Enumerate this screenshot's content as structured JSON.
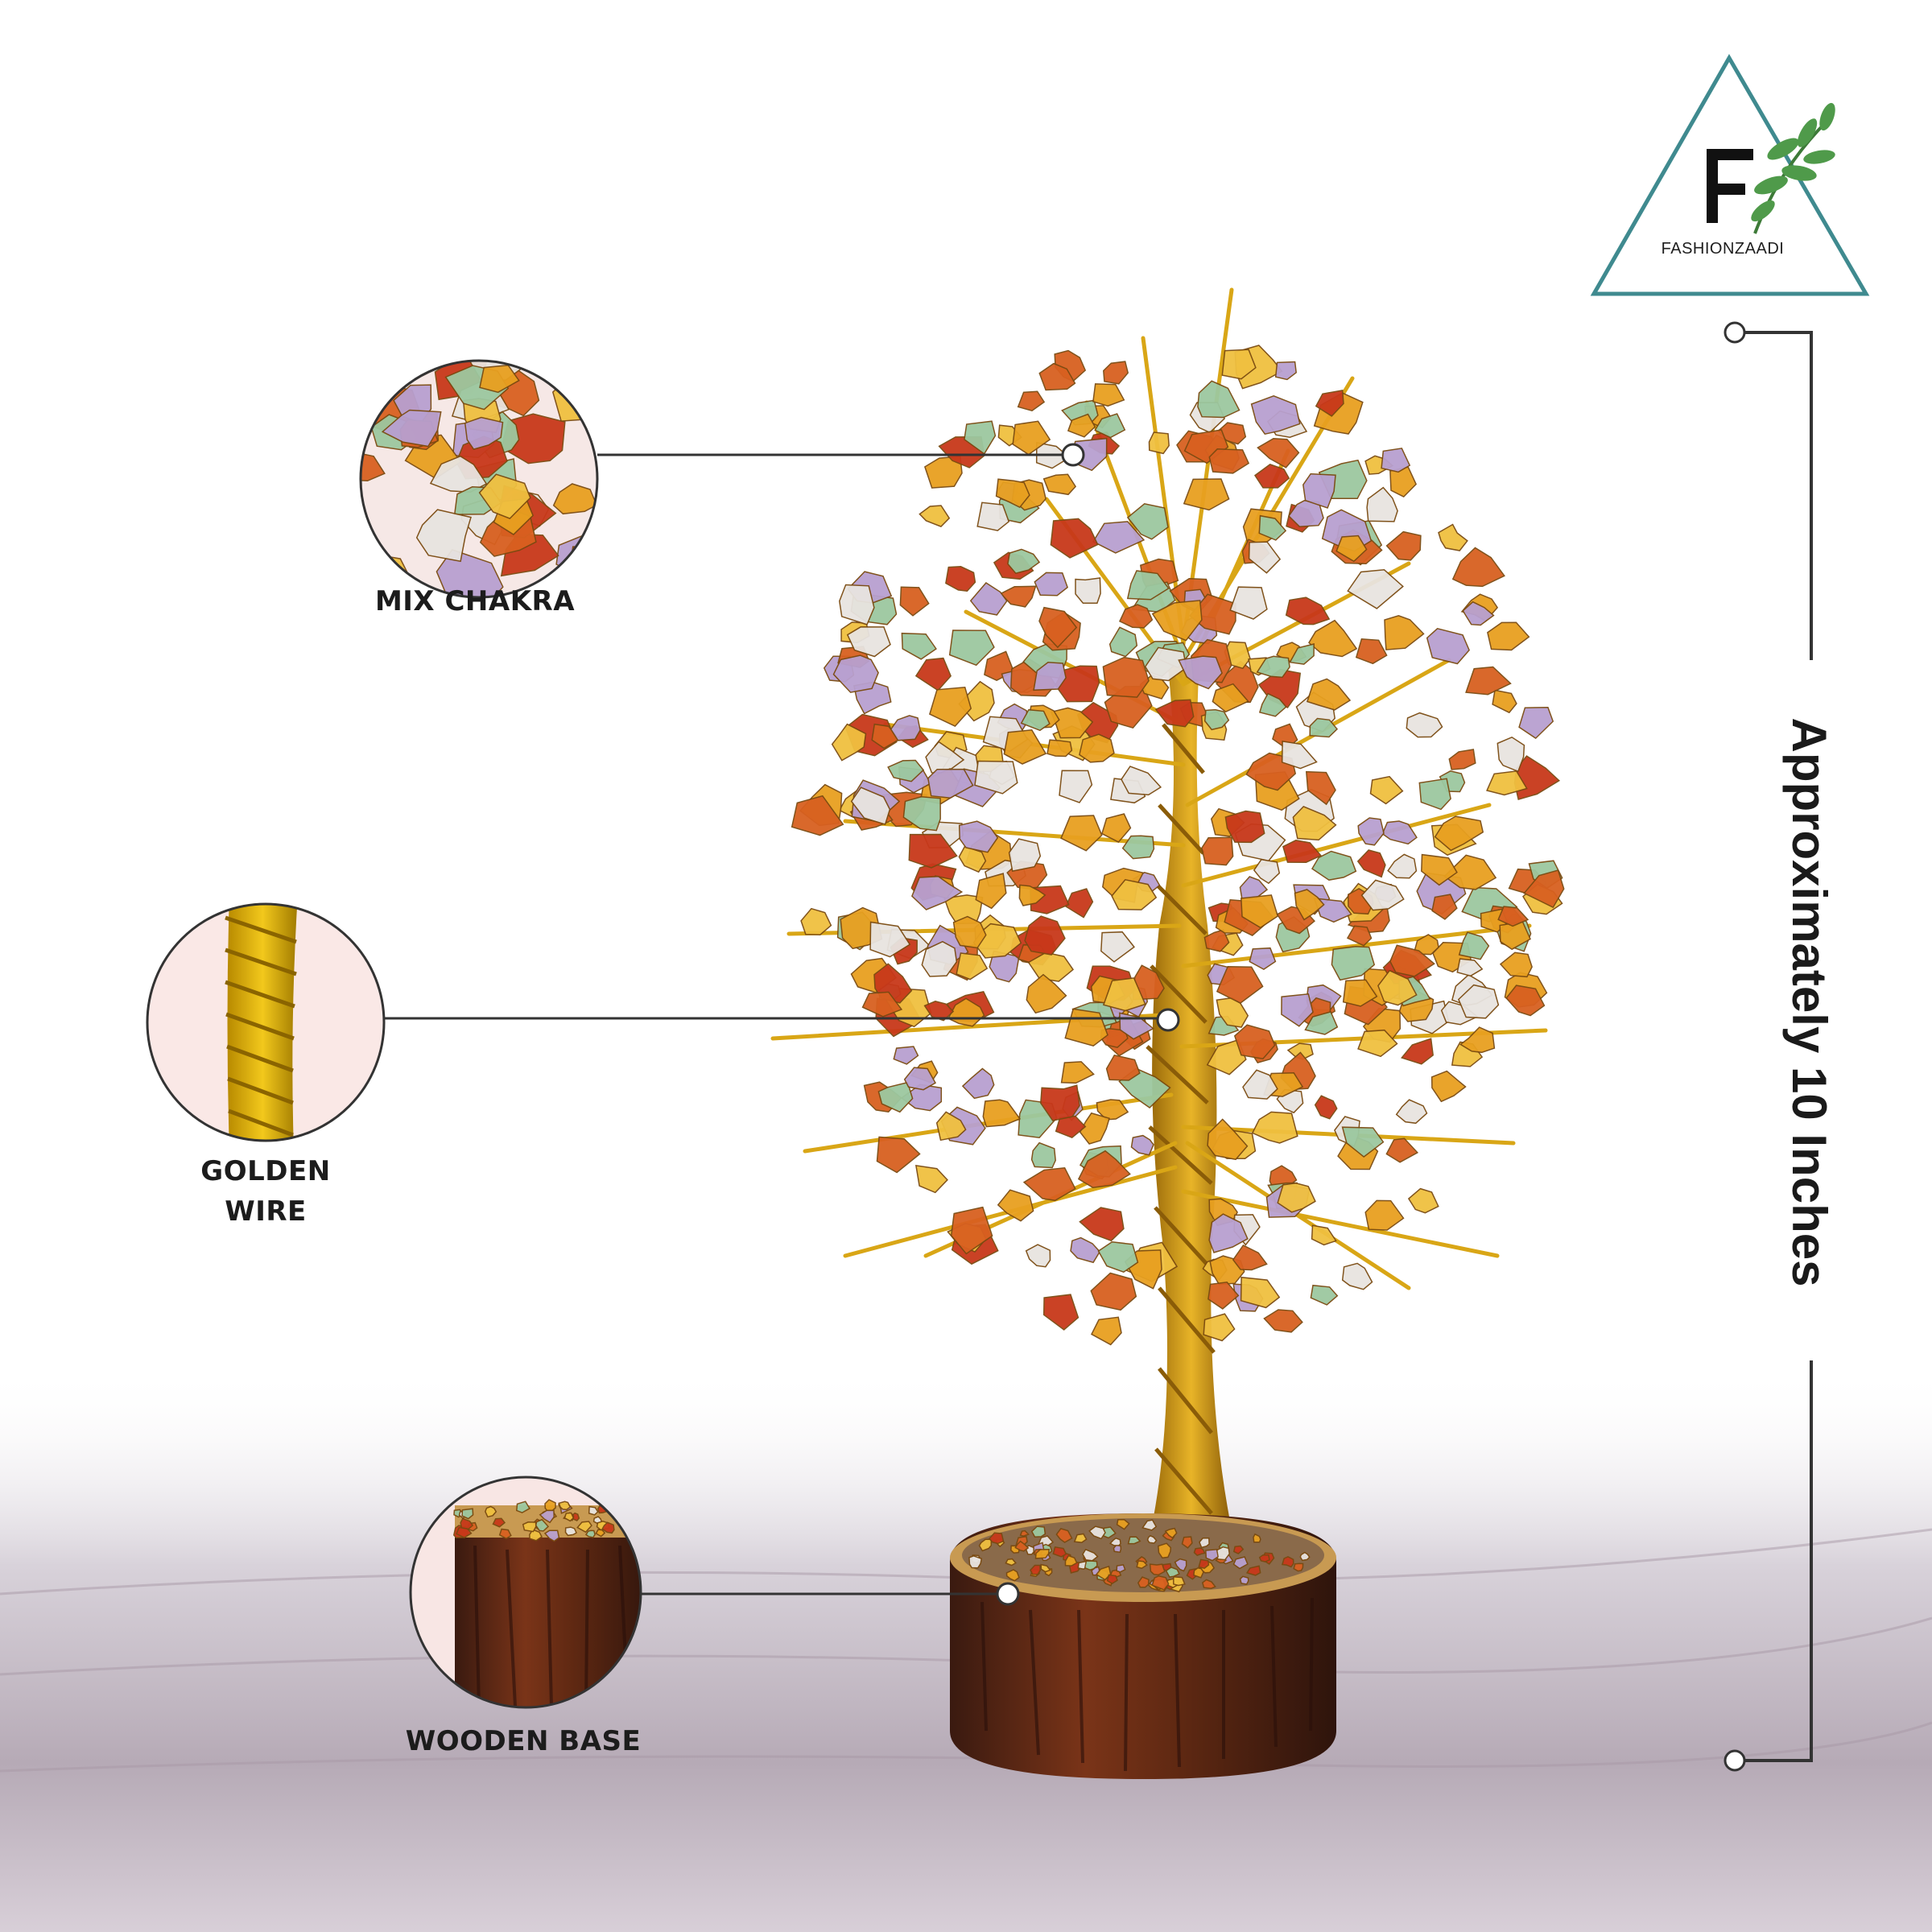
{
  "brand": {
    "name": "FASHIONZAADI",
    "monogram": "F",
    "frame_color": "#3f8a8f",
    "leaf_color": "#4f9a4a"
  },
  "product": {
    "description": "Crystal gemstone tree with twisted golden wire branches on a round wooden base",
    "stone_colors": [
      "#e8a020",
      "#c8381a",
      "#f0c040",
      "#b8a0d0",
      "#9cc8a0",
      "#e8e4e0",
      "#d86020"
    ]
  },
  "callouts": [
    {
      "id": "mix",
      "label": "MIX CHAKRA",
      "icon": "gemstone-chips-icon"
    },
    {
      "id": "wire",
      "label_line1": "GOLDEN",
      "label_line2": "WIRE",
      "icon": "twisted-wire-icon"
    },
    {
      "id": "base",
      "label": "WOODEN BASE",
      "icon": "wooden-base-icon"
    }
  ],
  "dimension": {
    "text": "Approximately 10 Inches",
    "line_color": "#333333"
  }
}
